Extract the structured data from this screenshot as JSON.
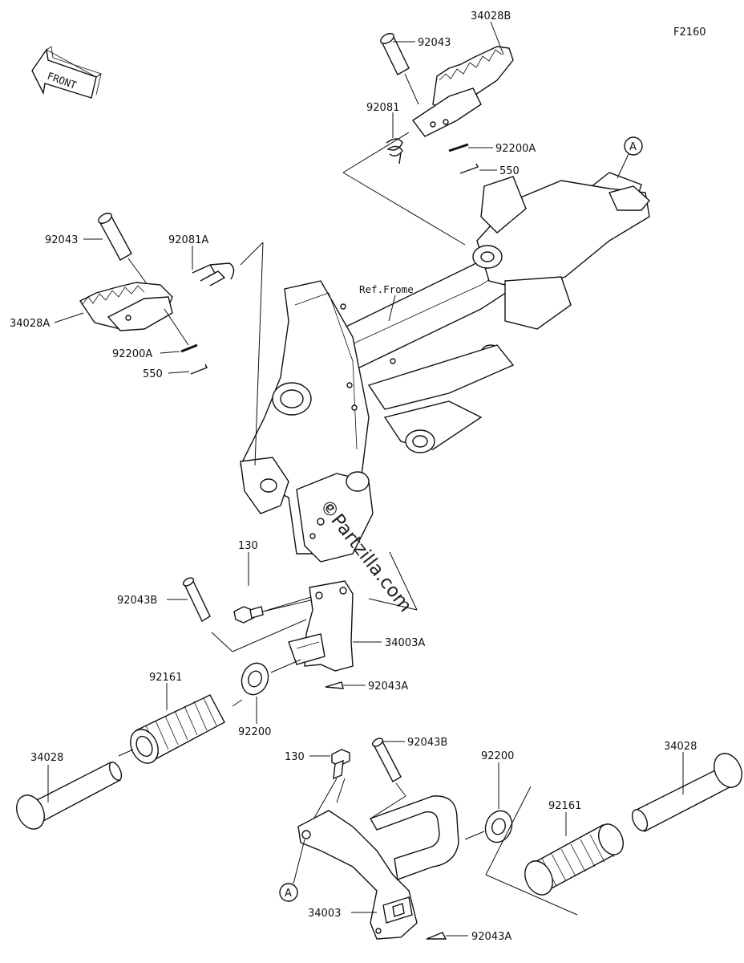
{
  "diagram": {
    "figure_code": "F2160",
    "front_label": "FRONT",
    "ref_frame_label": "Ref.Frome",
    "watermark": "©Partzilla.com",
    "callout_marker": "A",
    "part_labels": {
      "p34028B": "34028B",
      "p92043_top": "92043",
      "p92081": "92081",
      "p92200A_top": "92200A",
      "p550_top": "550",
      "p92043_left": "92043",
      "p92081A": "92081A",
      "p34028A": "34028A",
      "p92200A_left": "92200A",
      "p550_left": "550",
      "p130_upper": "130",
      "p92043B_upper": "92043B",
      "p34003A": "34003A",
      "p92043A_upper": "92043A",
      "p92161_left": "92161",
      "p92200_left": "92200",
      "p34028_left": "34028",
      "p130_lower": "130",
      "p92043B_lower": "92043B",
      "p92200_right": "92200",
      "p34028_right": "34028",
      "p92161_right": "92161",
      "p34003": "34003",
      "p92043A_lower": "92043A"
    }
  }
}
